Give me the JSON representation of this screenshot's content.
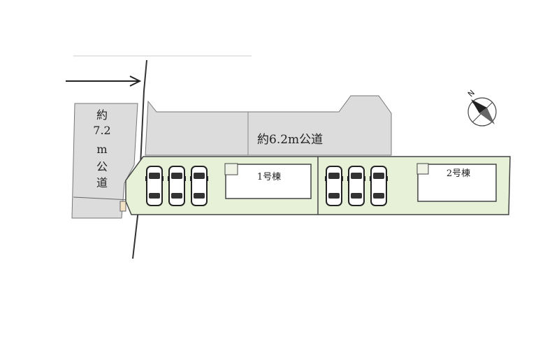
{
  "roads": {
    "west_road": {
      "label_chars": [
        "約",
        "7.2",
        "m",
        "公",
        "道"
      ]
    },
    "north_road": {
      "label": "約6.2m公道"
    }
  },
  "buildings": [
    {
      "label": "1号棟",
      "parking_spaces": 3
    },
    {
      "label": "2号棟",
      "parking_spaces": 3
    }
  ],
  "compass": {
    "north_label": "N"
  },
  "colors": {
    "road": "#dcdcdc",
    "lot": "#e6f1d8",
    "outline": "#444444",
    "building": "#ffffff"
  }
}
